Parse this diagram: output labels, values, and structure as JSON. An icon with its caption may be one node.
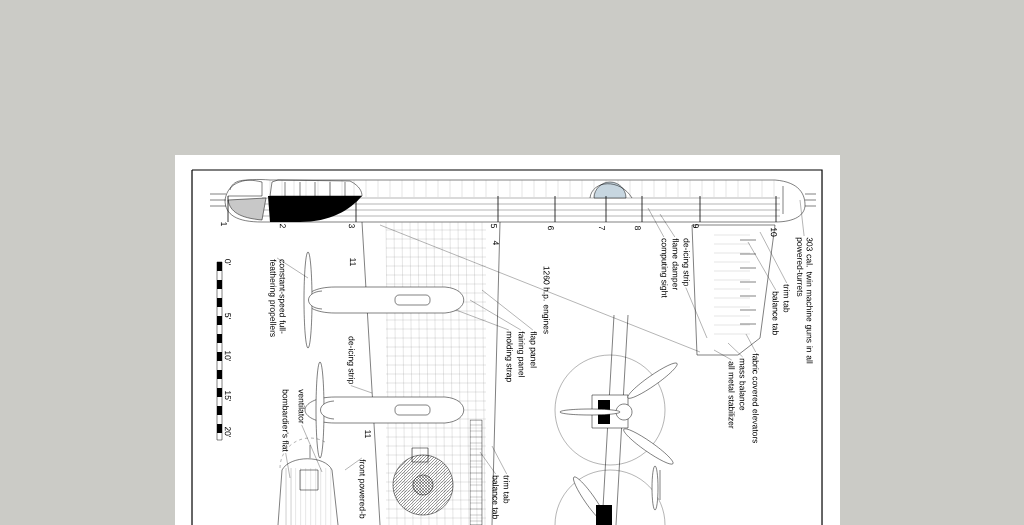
{
  "diagram": {
    "nodes": [
      {
        "text": [
          "303 cal. twin machine guns in all powered-turrets"
        ]
      },
      {
        "text": [
          "trim tab"
        ]
      },
      {
        "text": [
          "balance tab"
        ]
      },
      {
        "text": [
          "fabric covered elevators"
        ]
      },
      {
        "text": [
          "mass balance"
        ]
      },
      {
        "text": [
          "all metal stabilizer"
        ]
      },
      {
        "text": [
          "de-icing strip"
        ]
      },
      {
        "text": [
          "flame damper"
        ]
      },
      {
        "text": [
          "computing sight"
        ]
      },
      {
        "text": [
          "flap panel"
        ]
      },
      {
        "text": [
          "fairing panel"
        ]
      },
      {
        "text": [
          "molding strap"
        ]
      },
      {
        "text": [
          "de-icing strip"
        ]
      },
      {
        "text": [
          "constant-speed full-feathering propellers"
        ]
      },
      {
        "text": [
          "ventilator"
        ]
      },
      {
        "text": [
          "bombardier's flat"
        ]
      },
      {
        "text": [
          "front powered-b"
        ]
      },
      {
        "text": [
          "trim tab"
        ]
      },
      {
        "text": [
          "balance tab"
        ]
      }
    ],
    "edges": [
      {
        "from": 0,
        "to": null,
        "arrow": "none"
      },
      {
        "from": 1,
        "to": null,
        "arrow": "none"
      },
      {
        "from": 2,
        "to": null,
        "arrow": "none"
      },
      {
        "from": 3,
        "to": null,
        "arrow": "none"
      },
      {
        "from": 4,
        "to": null,
        "arrow": "none"
      },
      {
        "from": 5,
        "to": null,
        "arrow": "none"
      },
      {
        "from": 6,
        "to": null,
        "arrow": "none"
      },
      {
        "from": 7,
        "to": null,
        "arrow": "none"
      },
      {
        "from": 8,
        "to": null,
        "arrow": "none"
      },
      {
        "from": 9,
        "to": null,
        "arrow": "none"
      },
      {
        "from": 10,
        "to": null,
        "arrow": "none"
      },
      {
        "from": 11,
        "to": null,
        "arrow": "none"
      },
      {
        "from": 12,
        "to": null,
        "arrow": "none"
      },
      {
        "from": 13,
        "to": null,
        "arrow": "none"
      },
      {
        "from": 14,
        "to": null,
        "arrow": "none"
      },
      {
        "from": 15,
        "to": null,
        "arrow": "none"
      },
      {
        "from": 16,
        "to": null,
        "arrow": "none"
      },
      {
        "from": 17,
        "to": null,
        "arrow": "none"
      },
      {
        "from": 18,
        "to": null,
        "arrow": "none"
      }
    ],
    "labels": [
      "1",
      "2",
      "3",
      "5",
      "4",
      "6",
      "7",
      "8",
      "9",
      "10",
      "11",
      "11",
      "1260 h.p. engines",
      "0'",
      "5'",
      "10'",
      "15'",
      "20'"
    ]
  }
}
